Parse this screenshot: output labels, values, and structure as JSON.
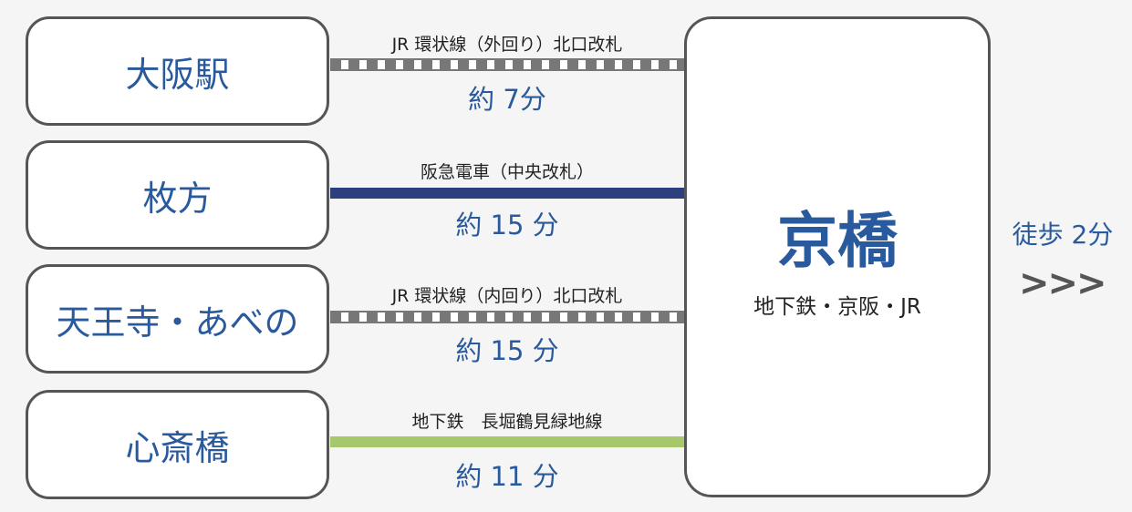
{
  "routes": [
    {
      "station": "大阪駅",
      "line": "JR 環状線（外回り）北口改札",
      "time": "約 7分",
      "style": "jr"
    },
    {
      "station": "枚方",
      "line": "阪急電車（中央改札）",
      "time": "約 15 分",
      "style": "solid",
      "color": "#2e3f7f"
    },
    {
      "station": "天王寺・あべの",
      "line": "JR 環状線（内回り）北口改札",
      "time": "約 15 分",
      "style": "jr"
    },
    {
      "station": "心斎橋",
      "line": "地下鉄　長堀鶴見緑地線",
      "time": "約 11 分",
      "style": "solid",
      "color": "#a6c86a"
    }
  ],
  "hub": {
    "name": "京橋",
    "lines": "地下鉄・京阪・JR"
  },
  "walk": {
    "label": "徒歩 2分",
    "arrow": ">>>"
  }
}
